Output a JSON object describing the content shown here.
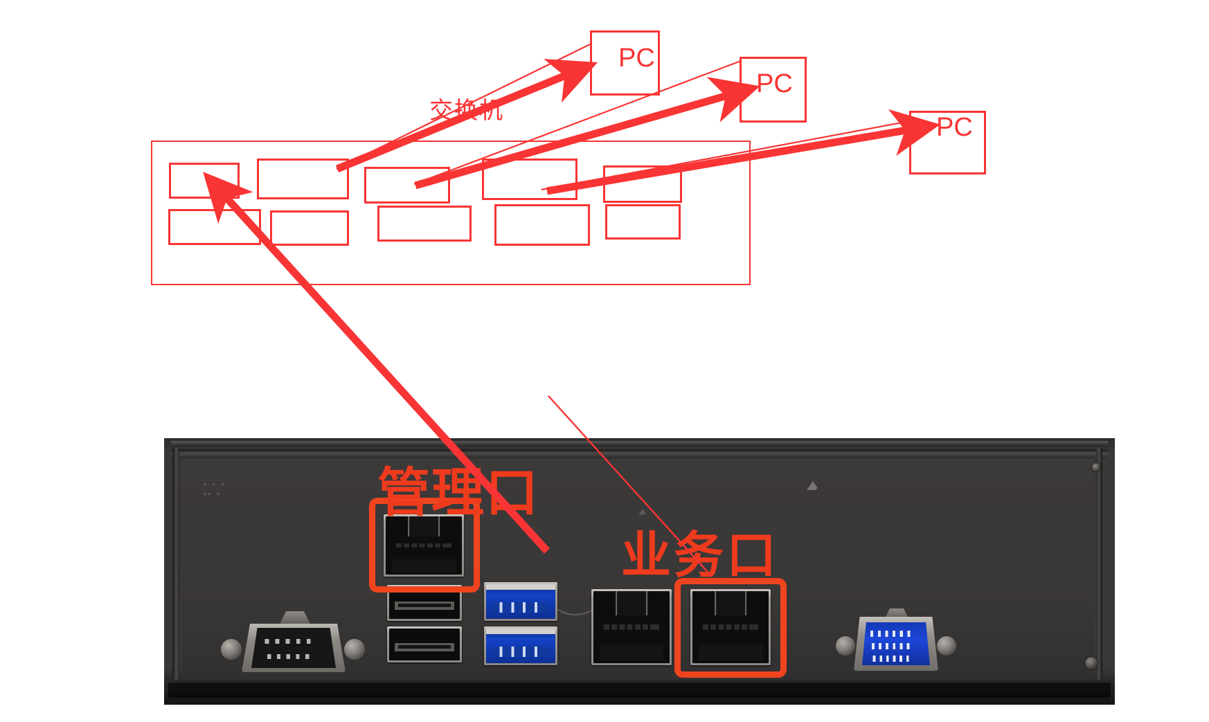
{
  "diagram": {
    "switch_label": "交换机",
    "pc_boxes": [
      {
        "label": "PC"
      },
      {
        "label": "PC"
      },
      {
        "label": "PC"
      }
    ],
    "switch_ports_top_row": [
      "",
      "",
      "",
      "",
      ""
    ],
    "switch_ports_bottom_row": [
      "",
      "",
      "",
      "",
      ""
    ],
    "annotation_color": "#f93434"
  },
  "photo": {
    "mgmt_port_label": "管理口",
    "service_port_label": "业务口",
    "highlight_color": "#f0441f",
    "connectors": [
      {
        "name": "serial-db9-port"
      },
      {
        "name": "usb2-port-upper"
      },
      {
        "name": "usb2-port-lower"
      },
      {
        "name": "usb3-port-upper"
      },
      {
        "name": "usb3-port-lower"
      },
      {
        "name": "mgmt-rj45-port"
      },
      {
        "name": "lan-rj45-port"
      },
      {
        "name": "service-rj45-port"
      },
      {
        "name": "vga-port"
      }
    ]
  }
}
